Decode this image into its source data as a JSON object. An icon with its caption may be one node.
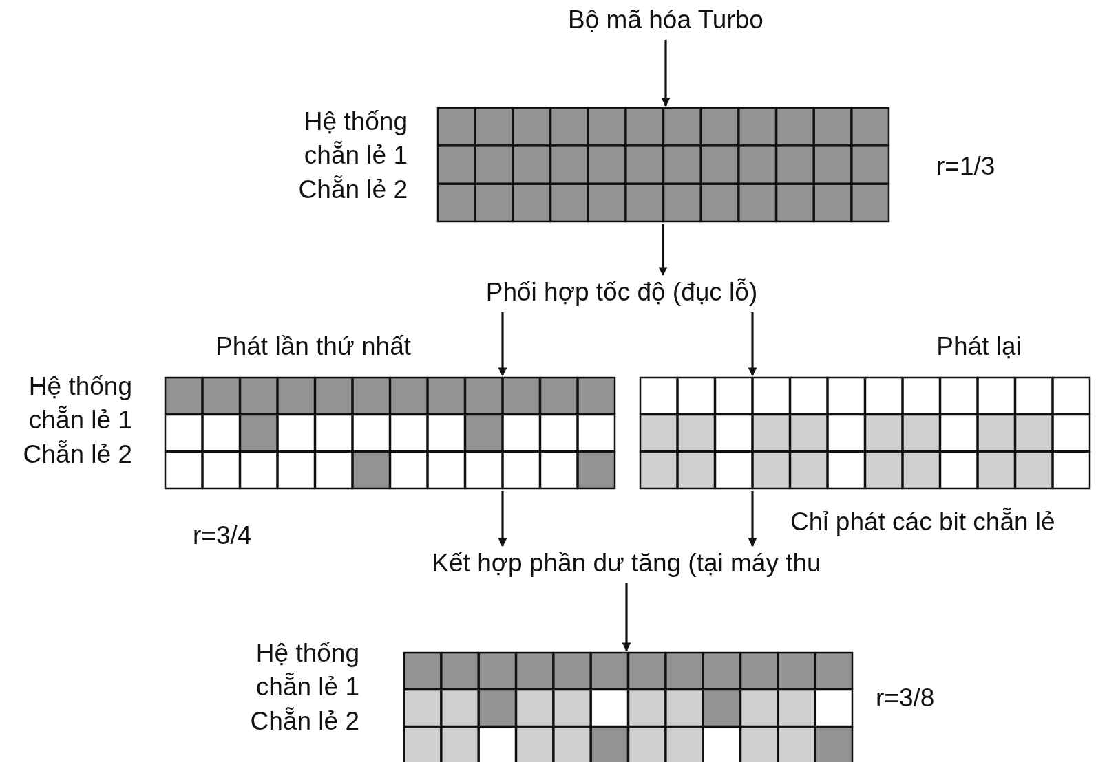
{
  "diagram": {
    "nodes": [
      {
        "text": [
          "Bộ mã hóa Turbo"
        ]
      },
      {
        "text": [],
        "shape": "box",
        "beside": [
          "Hệ thống",
          "chẵn lẻ 1",
          "Chẵn lẻ 2",
          "r=1/3"
        ]
      },
      {
        "text": [
          "Phối hợp tốc độ (đục lỗ)"
        ]
      },
      {
        "text": [],
        "shape": "box",
        "beside": [
          "Phát lần thứ nhất",
          "Hệ thống",
          "chẵn lẻ 1",
          "Chẵn lẻ 2",
          "r=3/4"
        ]
      },
      {
        "text": [],
        "shape": "box",
        "beside": [
          "Phát lại",
          "Chỉ phát các bit chẵn lẻ"
        ]
      },
      {
        "text": [
          "Kết hợp phần dư tăng (tại máy thu"
        ]
      },
      {
        "text": [],
        "shape": "box",
        "beside": [
          "Hệ thống",
          "chẵn lẻ 1",
          "Chẵn lẻ 2",
          "r=3/8"
        ]
      }
    ],
    "edges": [
      {
        "from": 0,
        "to": 1,
        "arrow": "to"
      },
      {
        "from": 1,
        "to": 2,
        "arrow": "to"
      },
      {
        "from": 2,
        "to": 3,
        "arrow": "to"
      },
      {
        "from": 2,
        "to": 4,
        "arrow": "to"
      },
      {
        "from": 3,
        "to": 5,
        "arrow": "to"
      },
      {
        "from": 4,
        "to": 5,
        "arrow": "to"
      },
      {
        "from": 5,
        "to": 6,
        "arrow": "to"
      }
    ]
  }
}
